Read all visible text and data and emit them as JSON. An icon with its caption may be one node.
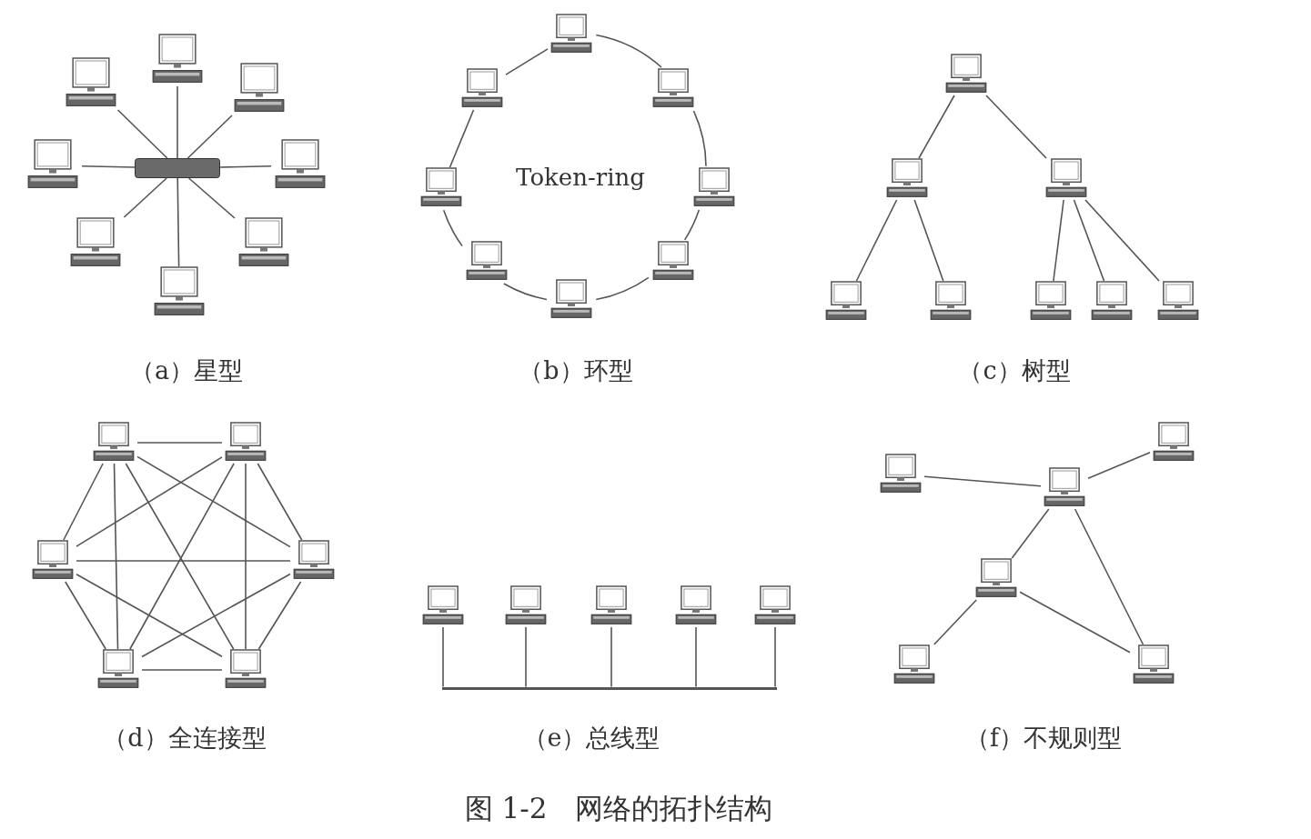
{
  "diagram": {
    "caption": "图 1-2　网络的拓扑结构",
    "nodes": [
      {
        "text": [],
        "shape": "computer"
      },
      {
        "text": [],
        "shape": "computer"
      },
      {
        "text": [],
        "shape": "computer"
      },
      {
        "text": [],
        "shape": "computer"
      },
      {
        "text": [],
        "shape": "box"
      },
      {
        "text": [],
        "shape": "computer"
      },
      {
        "text": [],
        "shape": "computer"
      },
      {
        "text": [],
        "shape": "computer"
      },
      {
        "text": [],
        "shape": "computer"
      },
      {
        "text": [],
        "shape": "computer"
      },
      {
        "text": [],
        "shape": "computer"
      },
      {
        "text": [],
        "shape": "computer"
      },
      {
        "text": [],
        "shape": "computer"
      },
      {
        "text": [],
        "shape": "computer"
      },
      {
        "text": [],
        "shape": "computer"
      },
      {
        "text": [],
        "shape": "computer"
      },
      {
        "text": [],
        "shape": "computer"
      },
      {
        "text": [],
        "shape": "computer"
      },
      {
        "text": [],
        "shape": "computer"
      },
      {
        "text": [],
        "shape": "computer"
      },
      {
        "text": [],
        "shape": "computer"
      },
      {
        "text": [],
        "shape": "computer"
      },
      {
        "text": [],
        "shape": "computer"
      },
      {
        "text": [],
        "shape": "computer"
      },
      {
        "text": [],
        "shape": "computer"
      },
      {
        "text": [],
        "shape": "computer"
      },
      {
        "text": [],
        "shape": "computer"
      },
      {
        "text": [],
        "shape": "computer"
      },
      {
        "text": [],
        "shape": "computer"
      },
      {
        "text": [],
        "shape": "computer"
      },
      {
        "text": [],
        "shape": "computer"
      },
      {
        "text": [],
        "shape": "computer"
      },
      {
        "text": [],
        "shape": "computer"
      },
      {
        "text": [],
        "shape": "computer"
      },
      {
        "text": [],
        "shape": "computer"
      },
      {
        "text": [],
        "shape": "computer"
      },
      {
        "text": [],
        "shape": "bar"
      },
      {
        "text": [],
        "shape": "computer"
      },
      {
        "text": [],
        "shape": "computer"
      },
      {
        "text": [],
        "shape": "computer"
      },
      {
        "text": [],
        "shape": "computer"
      },
      {
        "text": [],
        "shape": "computer"
      },
      {
        "text": [],
        "shape": "computer"
      }
    ],
    "edges": [
      {
        "from": 4,
        "to": 0,
        "arrow": "none"
      },
      {
        "from": 4,
        "to": 1,
        "arrow": "none"
      },
      {
        "from": 4,
        "to": 2,
        "arrow": "none"
      },
      {
        "from": 4,
        "to": 3,
        "arrow": "none"
      },
      {
        "from": 4,
        "to": 5,
        "arrow": "none"
      },
      {
        "from": 4,
        "to": 6,
        "arrow": "none"
      },
      {
        "from": 4,
        "to": 7,
        "arrow": "none"
      },
      {
        "from": 4,
        "to": 8,
        "arrow": "none"
      },
      {
        "from": 9,
        "to": 11,
        "arrow": "none"
      },
      {
        "from": 11,
        "to": 13,
        "arrow": "none"
      },
      {
        "from": 13,
        "to": 15,
        "arrow": "none"
      },
      {
        "from": 15,
        "to": 16,
        "arrow": "none"
      },
      {
        "from": 16,
        "to": 14,
        "arrow": "none"
      },
      {
        "from": 14,
        "to": 12,
        "arrow": "none"
      },
      {
        "from": 12,
        "to": 10,
        "arrow": "none"
      },
      {
        "from": 10,
        "to": 9,
        "arrow": "none"
      },
      {
        "from": 17,
        "to": 18,
        "arrow": "none"
      },
      {
        "from": 17,
        "to": 19,
        "arrow": "none"
      },
      {
        "from": 18,
        "to": 20,
        "arrow": "none"
      },
      {
        "from": 18,
        "to": 21,
        "arrow": "none"
      },
      {
        "from": 19,
        "to": 22,
        "arrow": "none"
      },
      {
        "from": 19,
        "to": 23,
        "arrow": "none"
      },
      {
        "from": 19,
        "to": 24,
        "arrow": "none"
      },
      {
        "from": 25,
        "to": 26,
        "arrow": "none"
      },
      {
        "from": 25,
        "to": 27,
        "arrow": "none"
      },
      {
        "from": 25,
        "to": 28,
        "arrow": "none"
      },
      {
        "from": 25,
        "to": 29,
        "arrow": "none"
      },
      {
        "from": 25,
        "to": 30,
        "arrow": "none"
      },
      {
        "from": 26,
        "to": 27,
        "arrow": "none"
      },
      {
        "from": 26,
        "to": 28,
        "arrow": "none"
      },
      {
        "from": 26,
        "to": 29,
        "arrow": "none"
      },
      {
        "from": 26,
        "to": 30,
        "arrow": "none"
      },
      {
        "from": 27,
        "to": 28,
        "arrow": "none"
      },
      {
        "from": 27,
        "to": 29,
        "arrow": "none"
      },
      {
        "from": 27,
        "to": 30,
        "arrow": "none"
      },
      {
        "from": 28,
        "to": 29,
        "arrow": "none"
      },
      {
        "from": 28,
        "to": 30,
        "arrow": "none"
      },
      {
        "from": 29,
        "to": 30,
        "arrow": "none"
      },
      {
        "from": 31,
        "to": 36,
        "arrow": "none"
      },
      {
        "from": 32,
        "to": 36,
        "arrow": "none"
      },
      {
        "from": 33,
        "to": 36,
        "arrow": "none"
      },
      {
        "from": 34,
        "to": 36,
        "arrow": "none"
      },
      {
        "from": 35,
        "to": 36,
        "arrow": "none"
      },
      {
        "from": 37,
        "to": 39,
        "arrow": "none"
      },
      {
        "from": 39,
        "to": 38,
        "arrow": "none"
      },
      {
        "from": 39,
        "to": 40,
        "arrow": "none"
      },
      {
        "from": 39,
        "to": 42,
        "arrow": "none"
      },
      {
        "from": 40,
        "to": 41,
        "arrow": "none"
      },
      {
        "from": 40,
        "to": 42,
        "arrow": "none"
      }
    ],
    "labels": [
      "Token-ring",
      "（a）星型",
      "（b）环型",
      "（c）树型",
      "（d）全连接型",
      "（e）总线型",
      "（f）不规则型"
    ]
  }
}
